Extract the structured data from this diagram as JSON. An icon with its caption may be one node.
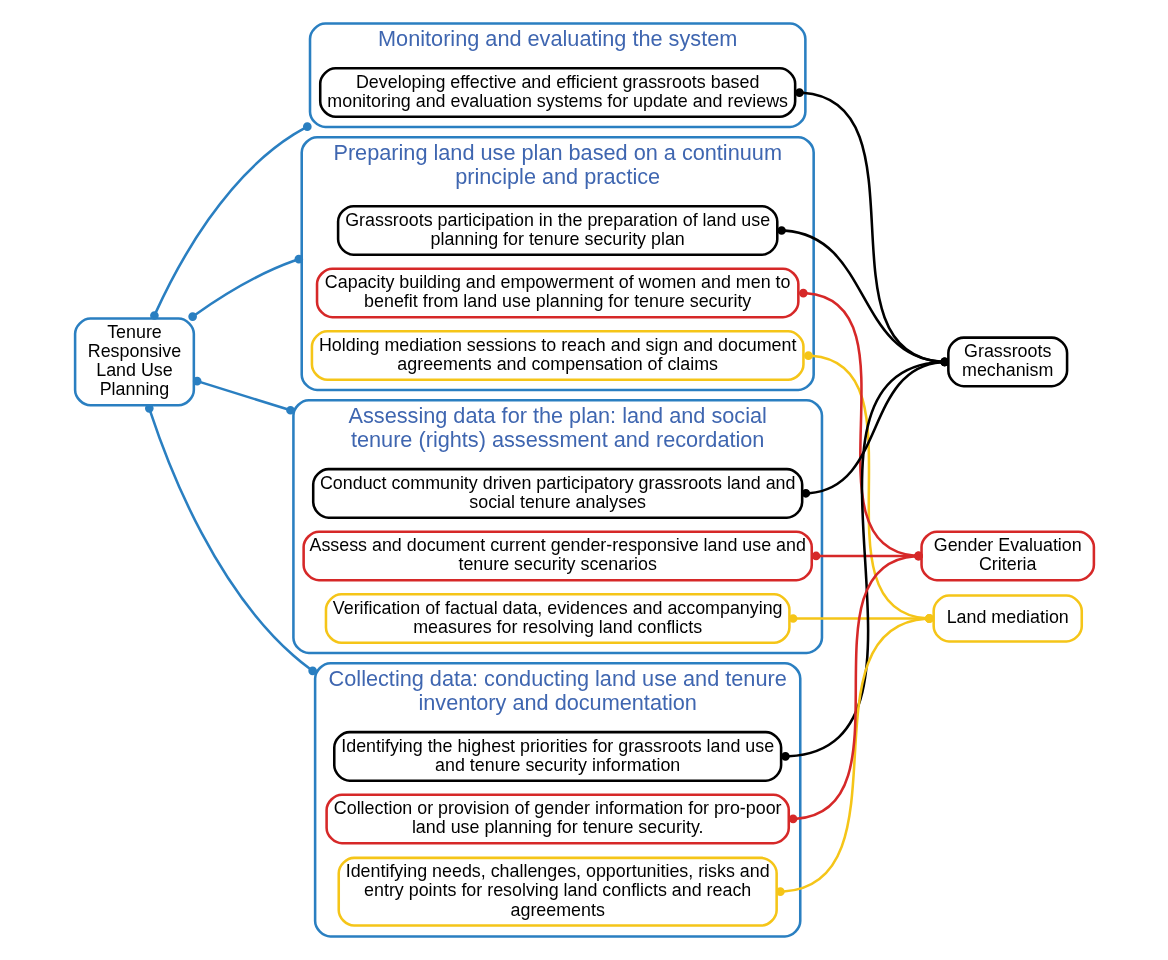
{
  "diagram": {
    "nodes": [
      {
        "text": [
          "Tenure Responsive Land Use Planning"
        ]
      },
      {
        "text": [
          "Monitoring and evaluating the system"
        ]
      },
      {
        "text": [
          "Developing effective and efficient grassroots based monitoring and evaluation systems for update and reviews"
        ],
        "in": 1
      },
      {
        "text": [
          "Preparing land use plan based on a continuum principle and practice"
        ]
      },
      {
        "text": [
          "Grassroots participation in the preparation of land use planning for tenure security plan"
        ],
        "in": 3
      },
      {
        "text": [
          "Holding mediation sessions to reach and sign and document agreements and compensation of claims"
        ],
        "in": 3
      },
      {
        "text": [
          "Capacity building and empowerment of women and men to benefit from land use planning for tenure security"
        ],
        "in": 3
      },
      {
        "text": [
          "Assessing data for the plan: land and social tenure (rights) assessment and recordation"
        ]
      },
      {
        "text": [
          "Conduct community driven participatory grassroots land and social tenure analyses"
        ],
        "in": 7
      },
      {
        "text": [
          "Verification of factual data, evidences and accompanying measures for resolving land conflicts"
        ],
        "in": 7
      },
      {
        "text": [
          "Assess and document current gender-responsive land use and tenure security scenarios"
        ],
        "in": 7
      },
      {
        "text": [
          "Collecting data: conducting land use and tenure inventory and documentation"
        ]
      },
      {
        "text": [
          "Identifying the highest priorities for grassroots land use and tenure security information"
        ],
        "in": 11
      },
      {
        "text": [
          "Identifying needs, challenges, opportunities, risks and entry points for resolving land conflicts and reach agreements"
        ],
        "in": 11
      },
      {
        "text": [
          "Collection or provision of gender information for pro-poor land use planning for tenure security."
        ],
        "in": 11
      },
      {
        "text": [
          "Gender Evaluation Criteria"
        ]
      },
      {
        "text": [
          "Land mediation"
        ]
      },
      {
        "text": [
          "Grassroots mechanism"
        ]
      }
    ],
    "edges": [
      {
        "from": 0,
        "to": 1,
        "arrow": "other",
        "color": "#2a7fc1"
      },
      {
        "from": 0,
        "to": 3,
        "arrow": "other",
        "color": "#2a7fc1"
      },
      {
        "from": 0,
        "to": 7,
        "arrow": "other",
        "color": "#2a7fc1"
      },
      {
        "from": 0,
        "to": 11,
        "arrow": "other",
        "color": "#2a7fc1"
      },
      {
        "from": 2,
        "to": 17,
        "arrow": "other",
        "color": "#000000"
      },
      {
        "from": 4,
        "to": 17,
        "arrow": "other",
        "color": "#000000"
      },
      {
        "from": 8,
        "to": 17,
        "arrow": "other",
        "color": "#000000"
      },
      {
        "from": 12,
        "to": 17,
        "arrow": "other",
        "color": "#000000"
      },
      {
        "from": 5,
        "to": 16,
        "arrow": "other",
        "color": "#f5c518"
      },
      {
        "from": 9,
        "to": 16,
        "arrow": "other",
        "color": "#f5c518"
      },
      {
        "from": 13,
        "to": 16,
        "arrow": "other",
        "color": "#f5c518"
      },
      {
        "from": 6,
        "to": 15,
        "arrow": "other",
        "color": "#d62828"
      },
      {
        "from": 10,
        "to": 15,
        "arrow": "other",
        "color": "#d62828"
      },
      {
        "from": 14,
        "to": 15,
        "arrow": "other",
        "color": "#d62828"
      }
    ]
  }
}
